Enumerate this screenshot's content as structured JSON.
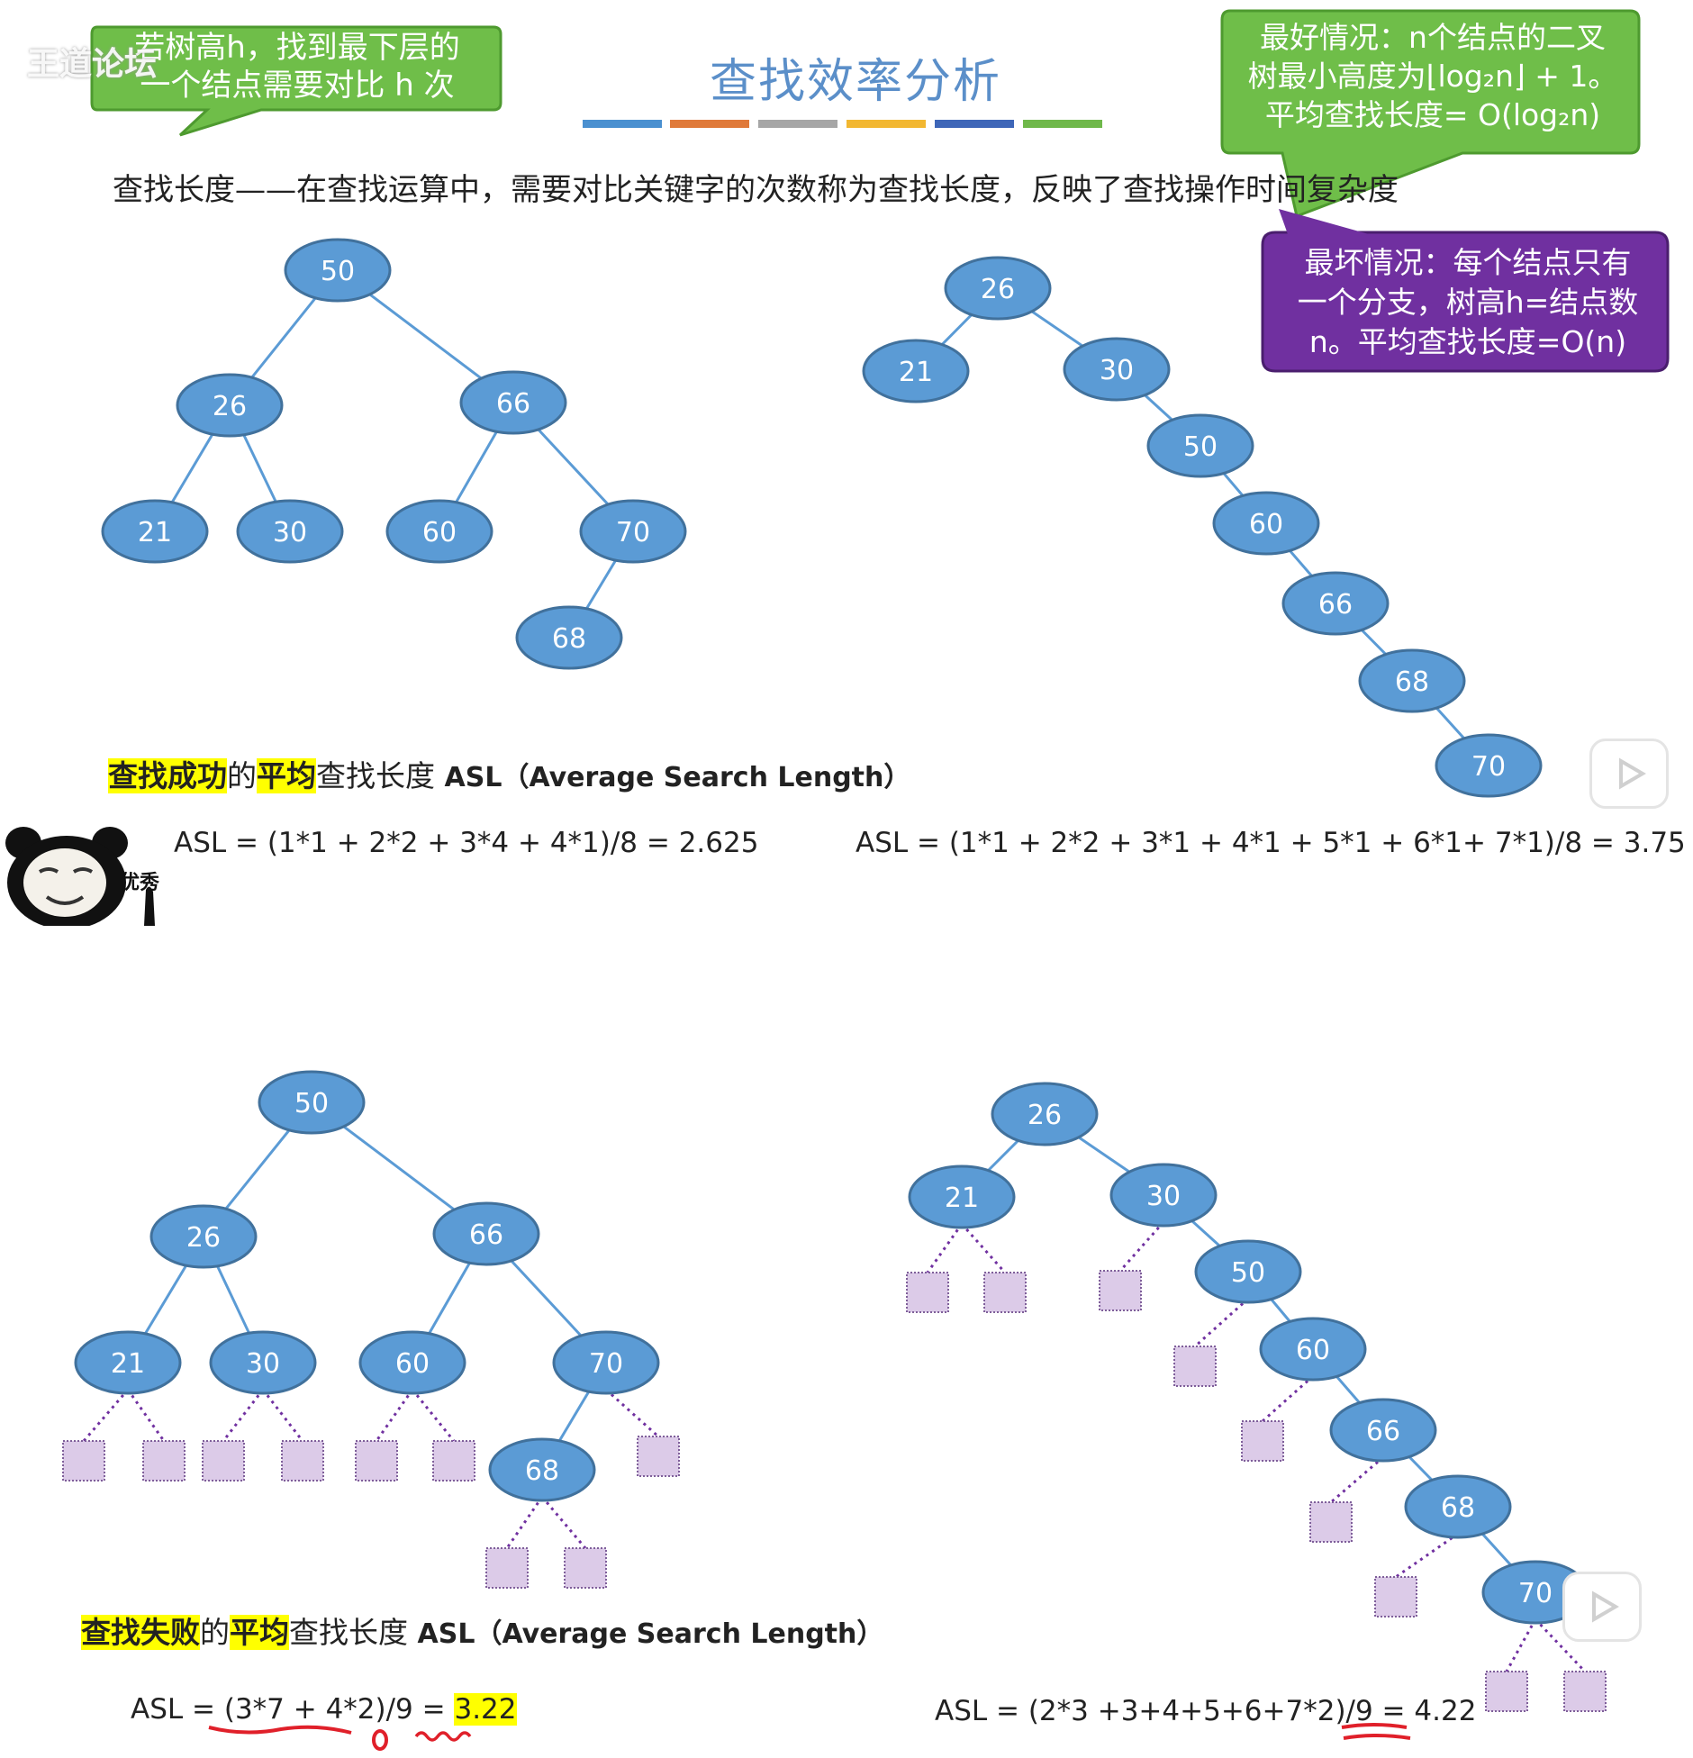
{
  "title": "查找效率分析",
  "title_bar_colors": [
    "#4a90d0",
    "#e07a3a",
    "#a6a6a6",
    "#f2b731",
    "#3e66b8",
    "#6fb84a"
  ],
  "definition": "查找长度——在查找运算中，需要对比关键字的次数称为查找长度，反映了查找操作时间复杂度",
  "callouts": {
    "tree_height": {
      "line1": "若树高h，找到最下层的",
      "line2": "一个结点需要对比 h 次",
      "color": "#6fbe49"
    },
    "best_case": {
      "line1": "最好情况：n个结点的二叉",
      "line2": "树最小高度为⌊log₂n⌋ + 1。",
      "line3": "平均查找长度= O(log₂n)",
      "color": "#6fbe49"
    },
    "worst_case": {
      "line1": "最坏情况：每个结点只有",
      "line2": "一个分支，树高h=结点数",
      "line3": "n。平均查找长度=O(n)",
      "color": "#7030a0"
    }
  },
  "watermark": "王道论坛",
  "meme_caption": "优秀",
  "headings": {
    "success": {
      "hl1": "查找成功",
      "mid": "的",
      "hl2": "平均",
      "rest": "查找长度 ",
      "en": "ASL（Average Search Length）"
    },
    "failure": {
      "hl1": "查找失败",
      "mid": "的",
      "hl2": "平均",
      "rest": "查找长度 ",
      "en": "ASL（Average Search Length）"
    }
  },
  "formulas": {
    "success_balanced": "ASL = (1*1 + 2*2 + 3*4 + 4*1)/8 = 2.625",
    "success_skewed": "ASL = (1*1 + 2*2 + 3*1 + 4*1 + 5*1 + 6*1+  7*1)/8 = 3.75",
    "fail_balanced_prefix": "ASL = (",
    "fail_balanced_mid": "3*7 + 4*2",
    "fail_balanced_after": ")/9 = ",
    "fail_balanced_result": "3.22",
    "fail_skewed_prefix": "ASL = (2*3 +3+4+5+6+7*2)/9 = ",
    "fail_skewed_result": "4.22"
  },
  "colors": {
    "node_fill": "#5b9bd5",
    "node_stroke": "#41719c",
    "edge": "#5b9bd5",
    "leaf_fill": "#dccbe8",
    "leaf_stroke": "#7f5f9a",
    "ink": "#e0202a"
  },
  "trees": {
    "balanced_top": {
      "nodes": [
        {
          "id": "n50",
          "label": "50"
        },
        {
          "id": "n26",
          "label": "26"
        },
        {
          "id": "n66",
          "label": "66"
        },
        {
          "id": "n21",
          "label": "21"
        },
        {
          "id": "n30",
          "label": "30"
        },
        {
          "id": "n60",
          "label": "60"
        },
        {
          "id": "n70",
          "label": "70"
        },
        {
          "id": "n68",
          "label": "68"
        }
      ]
    },
    "skewed_top": {
      "nodes": [
        {
          "id": "s26",
          "label": "26"
        },
        {
          "id": "s21",
          "label": "21"
        },
        {
          "id": "s30",
          "label": "30"
        },
        {
          "id": "s50",
          "label": "50"
        },
        {
          "id": "s60",
          "label": "60"
        },
        {
          "id": "s66",
          "label": "66"
        },
        {
          "id": "s68",
          "label": "68"
        },
        {
          "id": "s70",
          "label": "70"
        }
      ]
    },
    "balanced_bottom": {
      "nodes": [
        {
          "id": "b50",
          "label": "50"
        },
        {
          "id": "b26",
          "label": "26"
        },
        {
          "id": "b66",
          "label": "66"
        },
        {
          "id": "b21",
          "label": "21"
        },
        {
          "id": "b30",
          "label": "30"
        },
        {
          "id": "b60",
          "label": "60"
        },
        {
          "id": "b70",
          "label": "70"
        },
        {
          "id": "b68",
          "label": "68"
        }
      ]
    },
    "skewed_bottom": {
      "nodes": [
        {
          "id": "k26",
          "label": "26"
        },
        {
          "id": "k21",
          "label": "21"
        },
        {
          "id": "k30",
          "label": "30"
        },
        {
          "id": "k50",
          "label": "50"
        },
        {
          "id": "k60",
          "label": "60"
        },
        {
          "id": "k66",
          "label": "66"
        },
        {
          "id": "k68",
          "label": "68"
        },
        {
          "id": "k70",
          "label": "70"
        }
      ]
    }
  }
}
